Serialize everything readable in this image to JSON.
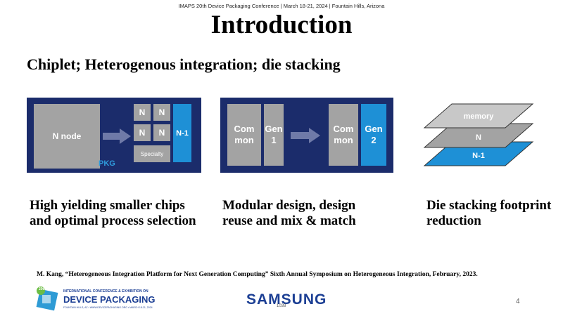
{
  "header": {
    "conference": "IMAPS 20th Device Packaging Conference | March 18-21, 2024 | Fountain Hills, Arizona"
  },
  "title": "Introduction",
  "subtitle": "Chiplet; Heterogenous integration; die stacking",
  "panel1": {
    "n_node": "N node",
    "n": "N",
    "n_minus_1": "N-1",
    "specialty": "Specialty",
    "pkg": "PKG"
  },
  "panel2": {
    "common": "Com\nmon",
    "gen1": "Gen\n1",
    "gen2": "Gen\n2"
  },
  "panel3": {
    "memory": "memory",
    "n": "N",
    "n_minus_1": "N-1"
  },
  "captions": {
    "col1": "High yielding smaller chips and optimal process selection",
    "col2": "Modular design, design reuse and mix & match",
    "col3": "Die stacking footprint reduction"
  },
  "reference": "M. Kang, “Heterogeneous Integration Platform for Next Generation Computing” Sixth Annual Symposium on Heterogeneous Integration, February, 2023.",
  "footer": {
    "logo_line1": "INTERNATIONAL CONFERENCE & EXHIBITION ON",
    "logo_main": "DEVICE PACKAGING",
    "logo_small": "FOUNTAIN HILLS, AZ • WWW.DEVICEPACKAGING.ORG • MARCH 18-21, 2024",
    "logo_badge": "20th",
    "code": "1038",
    "sponsor": "SAMSUNG",
    "page_number": "4"
  },
  "colors": {
    "panel": "#1b2c6b",
    "chip_gray": "#a3a3a3",
    "chip_blue": "#1e90d6",
    "samsung": "#1c3f94"
  }
}
